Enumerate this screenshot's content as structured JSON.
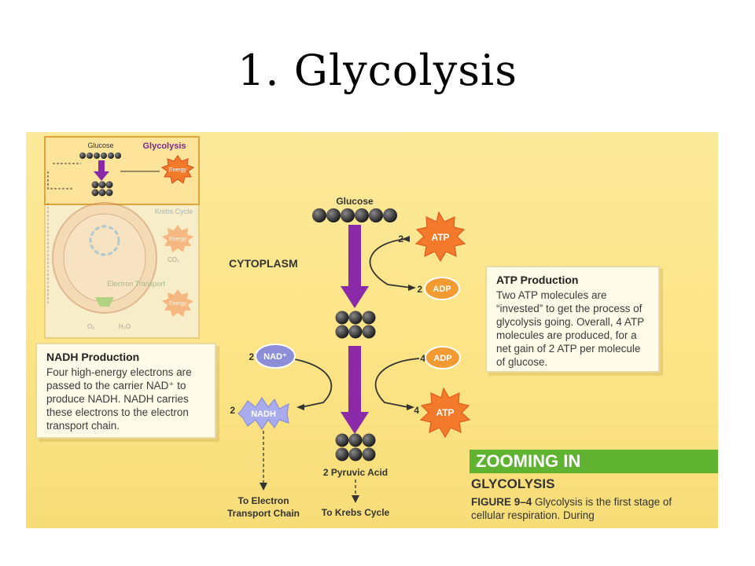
{
  "slide": {
    "title": "1. Glycolysis"
  },
  "inset": {
    "glucose": "Glucose",
    "glycolysis": "Glycolysis",
    "krebs": "Krebs Cycle",
    "electron_transport": "Electron Transport",
    "energy1": "Energy",
    "energy2": "Energy",
    "energy3": "Energy",
    "co2": "CO₂",
    "o2": "O₂",
    "h2o": "H₂O"
  },
  "diagram": {
    "glucose": "Glucose",
    "cytoplasm": "CYTOPLASM",
    "atp_in_count": "2",
    "atp_in": "ATP",
    "adp_out_count": "2",
    "adp_out": "ADP",
    "nad_count": "2",
    "nad": "NAD⁺",
    "nadh_count": "2",
    "nadh": "NADH",
    "adp_in_count": "4",
    "adp_in": "ADP",
    "atp_out_count": "4",
    "atp_out": "ATP",
    "pyruvic": "2 Pyruvic Acid",
    "to_etc_1": "To Electron",
    "to_etc_2": "Transport Chain",
    "to_krebs": "To Krebs Cycle"
  },
  "nadh_box": {
    "heading": "NADH Production",
    "body": "Four high-energy electrons are passed to the carrier NAD⁺ to produce NADH. NADH carries these electrons to the electron transport chain."
  },
  "atp_box": {
    "heading": "ATP Production",
    "body": "Two ATP molecules are “invested” to get the process of glycolysis going. Overall, 4 ATP molecules are produced, for a net gain of 2 ATP per molecule of glucose."
  },
  "zoom": {
    "banner": "ZOOMING IN",
    "subtitle": "GLYCOLYSIS",
    "fig_label": "FIGURE 9–4",
    "fig_text": "Glycolysis is the first stage of cellular respiration. During"
  },
  "colors": {
    "arrow": "#8a2aa8",
    "atp_star": "#f37a2a",
    "adp_oval": "#f39a32",
    "nad_oval": "#8c8fd8",
    "banner": "#5fb330"
  }
}
